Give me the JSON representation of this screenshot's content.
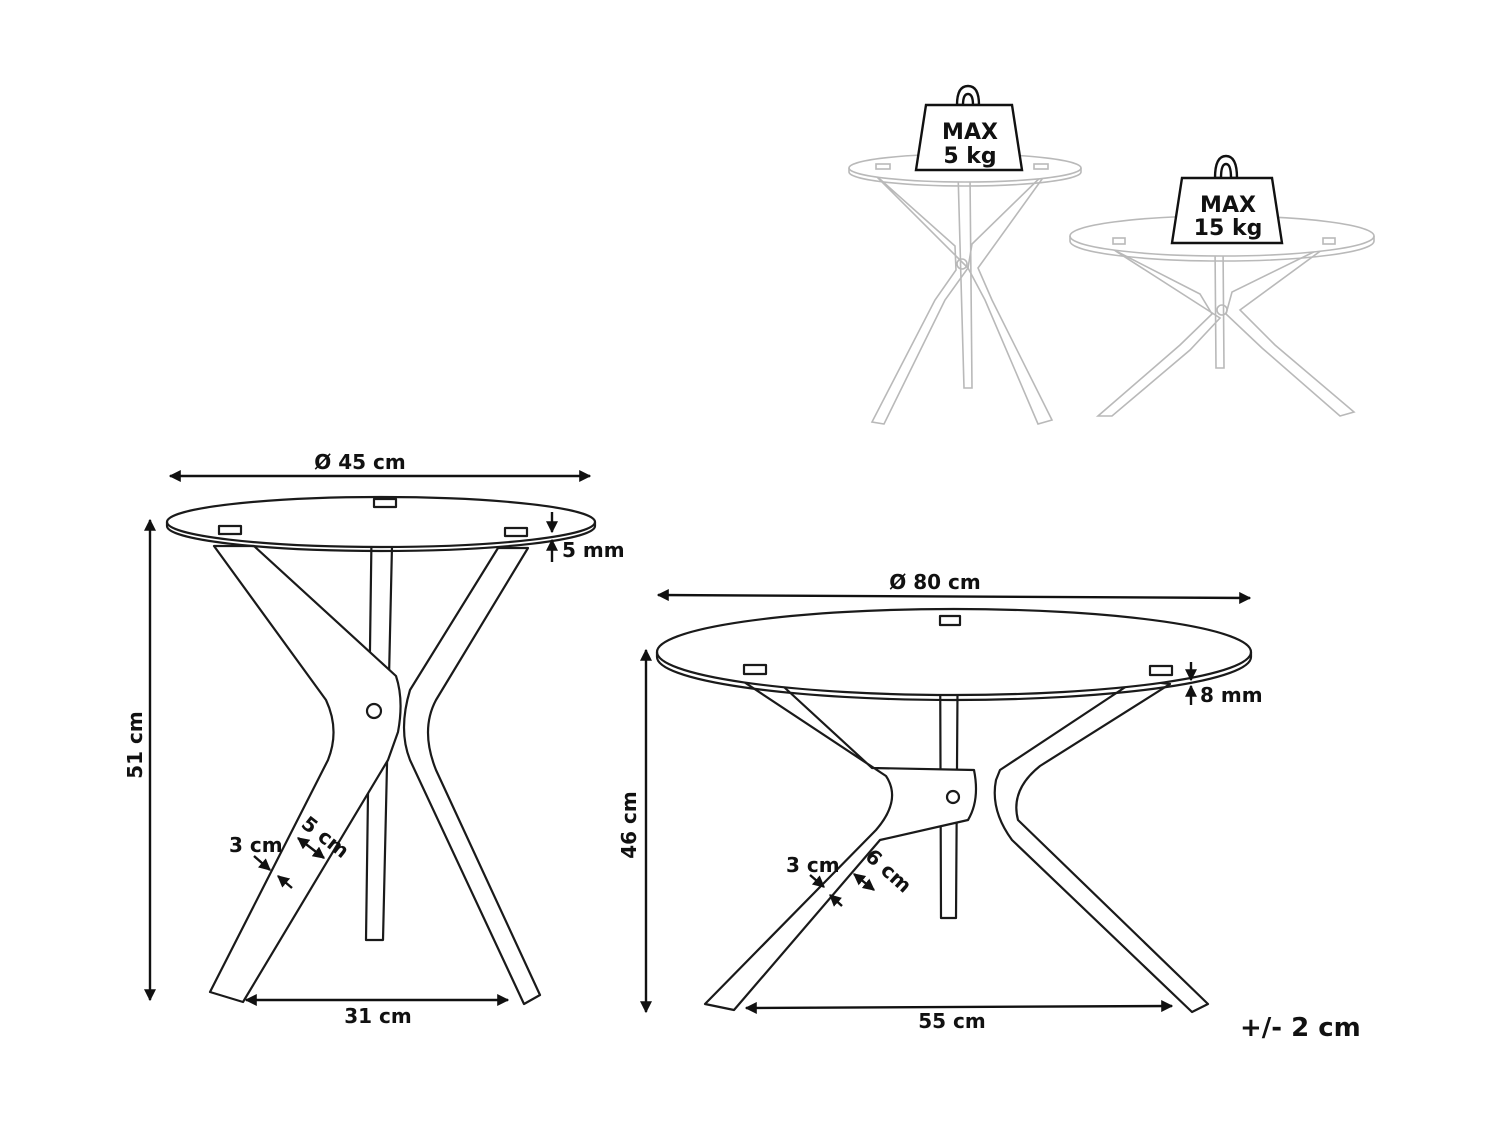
{
  "weights": {
    "small": {
      "line1": "MAX",
      "line2": "5 kg"
    },
    "large": {
      "line1": "MAX",
      "line2": "15 kg"
    }
  },
  "small_table": {
    "diameter": "Ø 45 cm",
    "height": "51 cm",
    "glass_thickness": "5 mm",
    "leg_thickness": "3 cm",
    "leg_width": "5 cm",
    "base_span": "31 cm"
  },
  "large_table": {
    "diameter": "Ø 80 cm",
    "height": "46 cm",
    "glass_thickness": "8 mm",
    "leg_thickness": "3 cm",
    "leg_width": "6 cm",
    "base_span": "55 cm"
  },
  "tolerance": "+/- 2 cm"
}
